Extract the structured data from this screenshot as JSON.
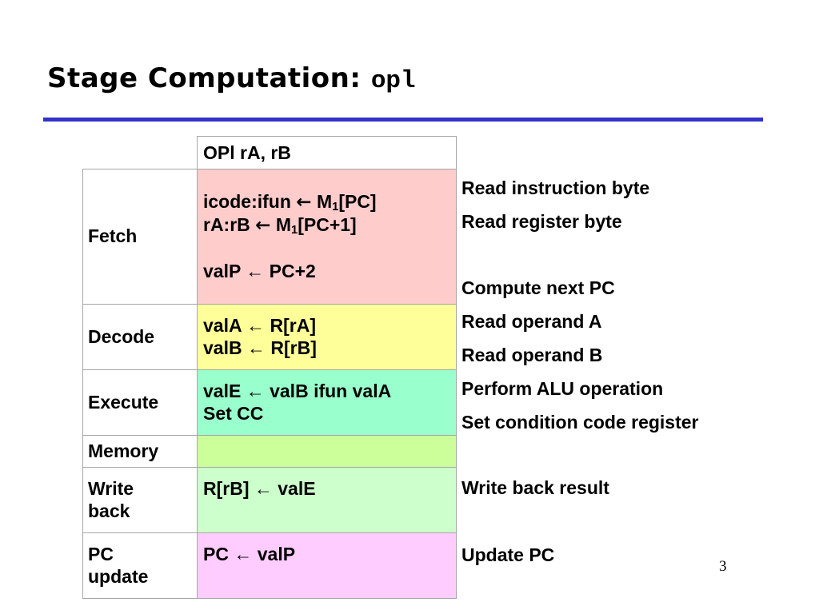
{
  "slide": {
    "title_main": "Stage Computation:",
    "title_mono": "opl",
    "page_number": "3",
    "rule_color": "#3333cc"
  },
  "table": {
    "header": {
      "instruction": "OPl rA, rB"
    },
    "column_headers": [
      "",
      "OPl rA, rB"
    ],
    "rows": [
      {
        "stage": "Fetch",
        "bg": "#ffcccc",
        "lines": [
          {
            "pre": "icode:ifun ",
            "arrow": "←",
            "post": " M",
            "sub": "1",
            "tail": "[PC]"
          },
          {
            "pre": "rA:rB ",
            "arrow": "←",
            "post": " M",
            "sub": "1",
            "tail": "[PC+1]"
          },
          {
            "spacer": true
          },
          {
            "pre": "valP ",
            "arrow": "←",
            "post": " PC+2",
            "sub": "",
            "tail": ""
          }
        ],
        "descriptions": [
          "Read instruction byte",
          "Read register byte",
          "",
          "Compute next PC"
        ]
      },
      {
        "stage": "Decode",
        "bg": "#ffff99",
        "lines": [
          {
            "pre": "valA ",
            "arrow": "←",
            "post": " R[rA]",
            "sub": "",
            "tail": ""
          },
          {
            "pre": "valB ",
            "arrow": "←",
            "post": " R[rB]",
            "sub": "",
            "tail": ""
          }
        ],
        "descriptions": [
          "Read operand A",
          "Read operand B"
        ]
      },
      {
        "stage": "Execute",
        "bg": "#99ffcc",
        "lines": [
          {
            "pre": "valE ",
            "arrow": "←",
            "post": " valB ifun valA",
            "sub": "",
            "tail": ""
          },
          {
            "pre": "Set CC",
            "arrow": "",
            "post": "",
            "sub": "",
            "tail": ""
          }
        ],
        "descriptions": [
          "Perform ALU operation",
          "Set condition code register"
        ]
      },
      {
        "stage": "Memory",
        "bg": "#ccff99",
        "lines": [],
        "descriptions": [
          ""
        ]
      },
      {
        "stage": "Write back",
        "bg": "#ccffcc",
        "lines": [
          {
            "pre": "R[rB] ",
            "arrow": "←",
            "post": " valE",
            "sub": "",
            "tail": ""
          }
        ],
        "descriptions": [
          "Write back result"
        ]
      },
      {
        "stage": "PC update",
        "bg": "#ffccff",
        "lines": [
          {
            "pre": "PC ",
            "arrow": "←",
            "post": " valP",
            "sub": "",
            "tail": ""
          }
        ],
        "descriptions": [
          "Update PC"
        ]
      }
    ]
  },
  "stage_labels": {
    "fetch": "Fetch",
    "decode": "Decode",
    "execute": "Execute",
    "memory": "Memory",
    "write_back_line1": "Write",
    "write_back_line2": "back",
    "pc_update_line1": "PC",
    "pc_update_line2": "update"
  },
  "formulas": {
    "fetch_1_pre": "icode:ifun",
    "fetch_1_arrow": "←",
    "fetch_1_mem": "M",
    "fetch_1_sub": "1",
    "fetch_1_tail": "[PC]",
    "fetch_2_pre": "rA:rB",
    "fetch_2_arrow": "←",
    "fetch_2_mem": "M",
    "fetch_2_sub": "1",
    "fetch_2_tail": "[PC+1]",
    "fetch_3": "valP ← PC+2",
    "decode_1": "valA ← R[rA]",
    "decode_2": "valB ← R[rB]",
    "execute_1": "valE ← valB ifun valA",
    "execute_2": "Set CC",
    "write_1": "R[rB] ← valE",
    "pc_1": "PC ← valP"
  },
  "descriptions": {
    "d1": "Read instruction byte",
    "d2": "Read register byte",
    "d3": "Compute next PC",
    "d4": "Read operand A",
    "d5": "Read operand B",
    "d6": "Perform ALU operation",
    "d7": "Set condition code register",
    "d8": "Write back result",
    "d9": "Update PC"
  }
}
